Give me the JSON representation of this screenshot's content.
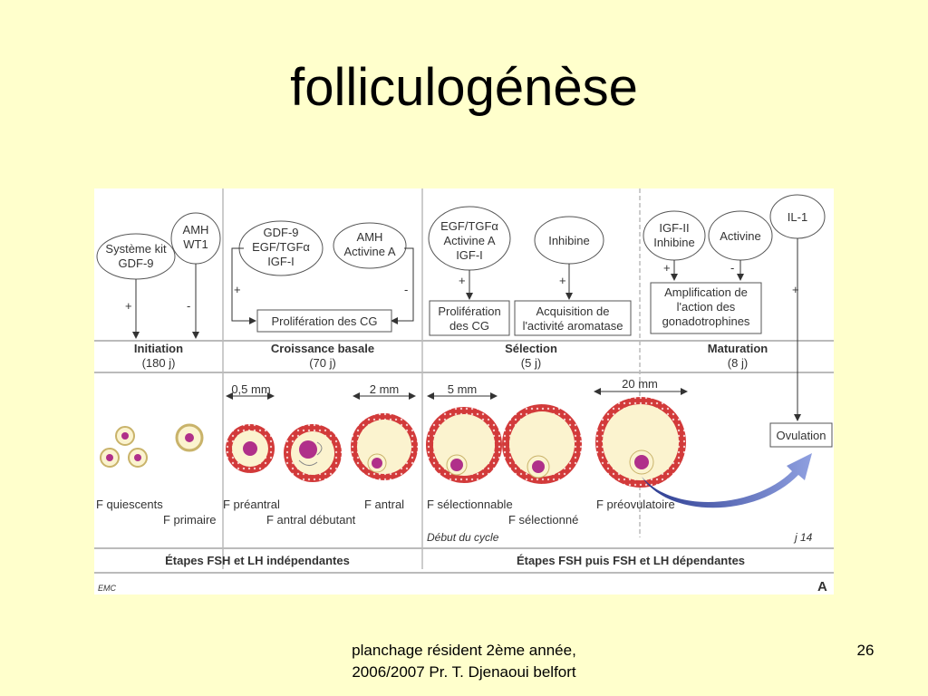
{
  "slide": {
    "title": "folliculogénèse",
    "footer_line1": "planchage résident 2ème année,",
    "footer_line2": "2006/2007 Pr.  T. Djenaoui  belfort",
    "page_number": "26"
  },
  "figure": {
    "factors": {
      "systeme_kit_l1": "Système kit",
      "systeme_kit_l2": "GDF-9",
      "amh_wt1_l1": "AMH",
      "amh_wt1_l2": "WT1",
      "gdf9_l1": "GDF-9",
      "gdf9_l2": "EGF/TGFα",
      "gdf9_l3": "IGF-I",
      "amh_act_l1": "AMH",
      "amh_act_l2": "Activine A",
      "egf_l1": "EGF/TGFα",
      "egf_l2": "Activine A",
      "egf_l3": "IGF-I",
      "inhibine": "Inhibine",
      "igf2_l1": "IGF-II",
      "igf2_l2": "Inhibine",
      "activine": "Activine",
      "il1": "IL-1"
    },
    "signs": {
      "plus": "+",
      "minus": "-"
    },
    "boxes": {
      "prolif_cg_basal": "Prolifération des CG",
      "prolif_cg_sel_l1": "Prolifération",
      "prolif_cg_sel_l2": "des CG",
      "acquisition_l1": "Acquisition de",
      "acquisition_l2": "l'activité aromatase",
      "amplification_l1": "Amplification de",
      "amplification_l2": "l'action des",
      "amplification_l3": "gonadotrophines",
      "ovulation": "Ovulation"
    },
    "phases": [
      {
        "name": "Initiation",
        "duration": "(180 j)"
      },
      {
        "name": "Croissance basale",
        "duration": "(70 j)"
      },
      {
        "name": "Sélection",
        "duration": "(5 j)"
      },
      {
        "name": "Maturation",
        "duration": "(8 j)"
      }
    ],
    "sizes": {
      "s05": "0,5 mm",
      "s2": "2 mm",
      "s5": "5 mm",
      "s20": "20 mm"
    },
    "follicles": {
      "quiescents": "F quiescents",
      "primaire": "F primaire",
      "preantral": "F préantral",
      "antral_debutant": "F antral débutant",
      "antral": "F antral",
      "selectionnable": "F sélectionnable",
      "selectionne": "F sélectionné",
      "preovulatoire": "F préovulatoire"
    },
    "cycle_start": "Début du cycle",
    "day14": "j 14",
    "stage_independent": "Étapes FSH et LH indépendantes",
    "stage_dependent": "Étapes FSH puis FSH et LH dépendantes",
    "source_mark": "EMC",
    "panel_letter": "A"
  },
  "colors": {
    "background": "#FFFFCC",
    "follicle_wall": "#D23A3A",
    "antrum": "#FBF3CF",
    "oocyte": "#B0308A",
    "ovulation_arrow": "#4A60B8"
  }
}
